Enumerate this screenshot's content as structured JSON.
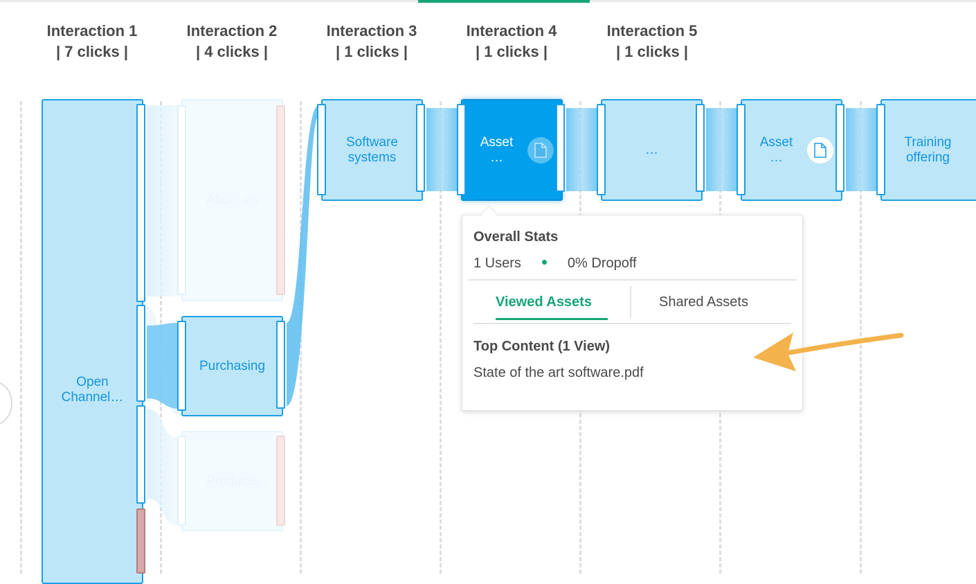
{
  "header": {
    "columns": [
      {
        "title": "Interaction 1",
        "clicks": "| 7 clicks |"
      },
      {
        "title": "Interaction 2",
        "clicks": "| 4 clicks |"
      },
      {
        "title": "Interaction 3",
        "clicks": "| 1 clicks |"
      },
      {
        "title": "Interaction 4",
        "clicks": "| 1 clicks |"
      },
      {
        "title": "Interaction 5",
        "clicks": "| 1 clicks |"
      }
    ]
  },
  "nodes": {
    "open_channel": {
      "line1": "Open",
      "line2": "Channel…"
    },
    "about_us": {
      "line1": "About us"
    },
    "purchasing": {
      "line1": "Purchasing"
    },
    "products": {
      "line1": "Products"
    },
    "software_systems": {
      "line1": "Software",
      "line2": "systems"
    },
    "asset_active": {
      "line1": "Asset",
      "line2": "…",
      "icon": "document-icon"
    },
    "ellipsis": {
      "line1": "…"
    },
    "asset_2": {
      "line1": "Asset",
      "line2": "…",
      "icon": "document-icon"
    },
    "training": {
      "line1": "Training",
      "line2": "offering"
    }
  },
  "tooltip": {
    "title": "Overall Stats",
    "users": "1 Users",
    "dropoff": "0% Dropoff",
    "tabs": [
      {
        "label": "Viewed Assets",
        "active": true
      },
      {
        "label": "Shared Assets",
        "active": false
      }
    ],
    "section_title": "Top Content (1 View)",
    "items": [
      "State of the art software.pdf"
    ]
  },
  "colors": {
    "accent_green": "#17a576",
    "node_blue": "#bde6f9",
    "node_border": "#1e9fe6",
    "active_blue": "#019fec",
    "annotation_arrow": "#f4b24c"
  }
}
